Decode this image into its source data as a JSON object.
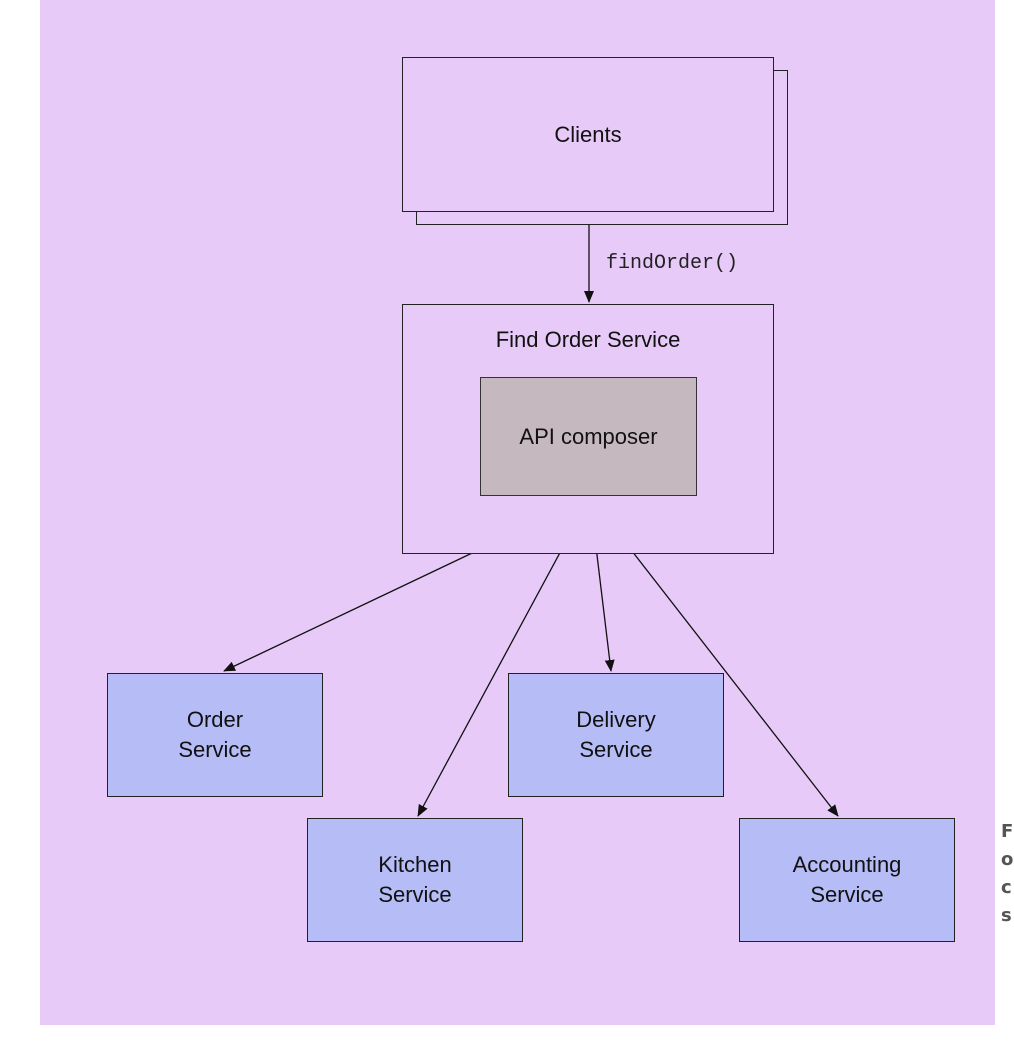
{
  "nodes": {
    "clients": {
      "label": "Clients"
    },
    "find_order_service": {
      "label": "Find Order Service"
    },
    "api_composer": {
      "label": "API composer"
    },
    "order_service": {
      "label": "Order\nService"
    },
    "delivery_service": {
      "label": "Delivery\nService"
    },
    "kitchen_service": {
      "label": "Kitchen\nService"
    },
    "accounting_service": {
      "label": "Accounting\nService"
    }
  },
  "edges": {
    "client_call": {
      "label": "findOrder()"
    }
  },
  "caption": {
    "text": "F\no\nc\ns"
  },
  "colors": {
    "background": "#e8caf9",
    "service_fill": "#b6bcf6",
    "composer_fill": "#c6b8bf",
    "line": "#111111"
  }
}
